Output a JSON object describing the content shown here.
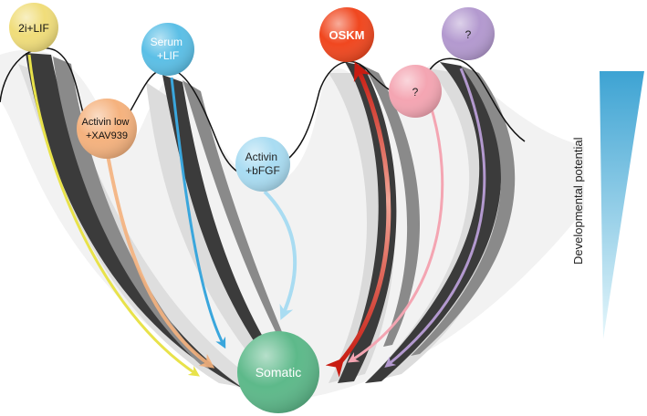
{
  "states": {
    "two_i_lif": {
      "lines": [
        "2i+LIF"
      ],
      "color": "#f0dd7a"
    },
    "serum_lif": {
      "lines": [
        "Serum",
        "+LIF"
      ],
      "color": "#5bbfe6"
    },
    "oskm": {
      "lines": [
        "OSKM"
      ],
      "color": "#f0471f"
    },
    "unknown_top": {
      "lines": [
        "?"
      ],
      "color": "#b399cf"
    },
    "unknown_mid": {
      "lines": [
        "?"
      ],
      "color": "#f4a5b2"
    },
    "activin_low_xav": {
      "lines": [
        "Activin low",
        "+XAV939"
      ],
      "color": "#f5b27e"
    },
    "activin_bfgf": {
      "lines": [
        "Activin",
        "+bFGF"
      ],
      "color": "#a9dcf2"
    },
    "somatic": {
      "lines": [
        "Somatic"
      ],
      "color": "#5db98a"
    }
  },
  "potential_axis": {
    "label": "Developmental potential",
    "color_high": "#3da3d3",
    "color_low": "#e6f7fb"
  }
}
